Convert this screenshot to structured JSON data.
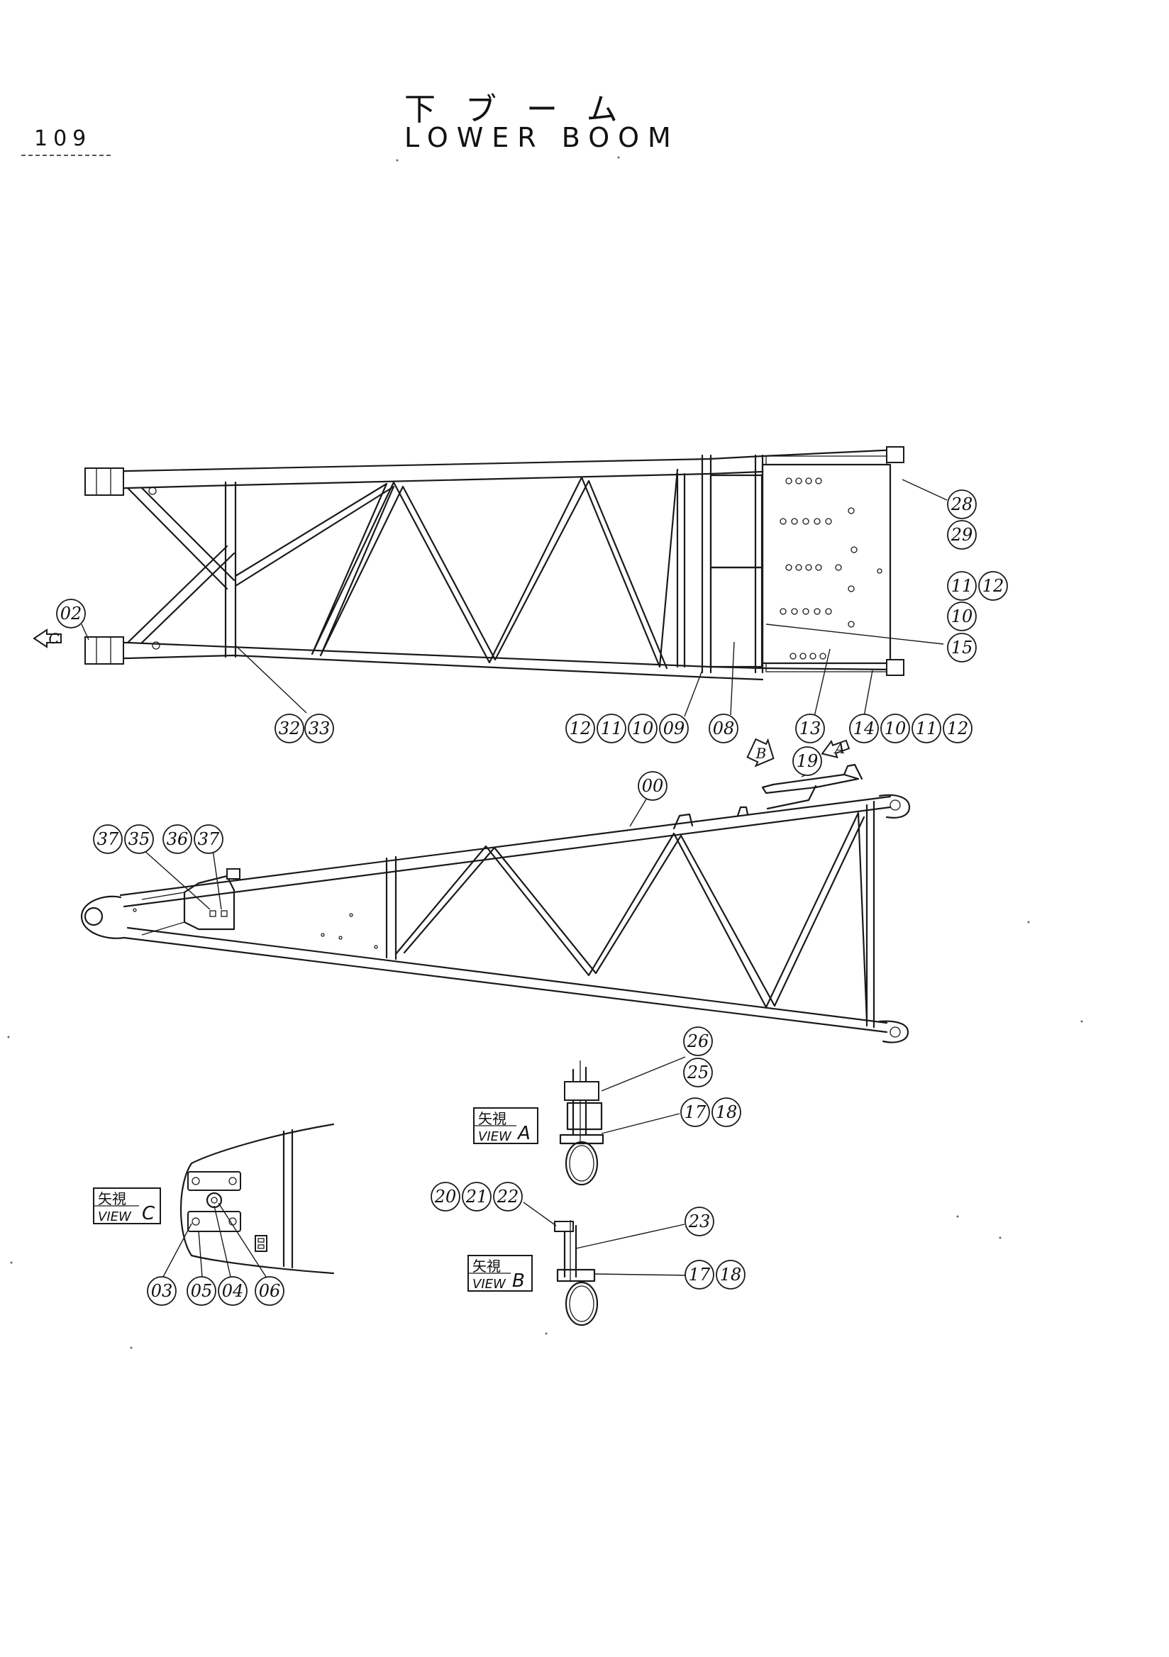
{
  "header": {
    "page_number": "109",
    "title_jp": "下ブーム",
    "title_en": "LOWER BOOM"
  },
  "callouts": [
    {
      "id": "c-28",
      "label": "28"
    },
    {
      "id": "c-29",
      "label": "29"
    },
    {
      "id": "c-11a",
      "label": "11"
    },
    {
      "id": "c-12a",
      "label": "12"
    },
    {
      "id": "c-10a",
      "label": "10"
    },
    {
      "id": "c-15",
      "label": "15"
    },
    {
      "id": "c-02",
      "label": "02"
    },
    {
      "id": "c-32",
      "label": "32"
    },
    {
      "id": "c-33",
      "label": "33"
    },
    {
      "id": "c-12b",
      "label": "12"
    },
    {
      "id": "c-11b",
      "label": "11"
    },
    {
      "id": "c-10b",
      "label": "10"
    },
    {
      "id": "c-09",
      "label": "09"
    },
    {
      "id": "c-08",
      "label": "08"
    },
    {
      "id": "c-13",
      "label": "13"
    },
    {
      "id": "c-14",
      "label": "14"
    },
    {
      "id": "c-10c",
      "label": "10"
    },
    {
      "id": "c-11c",
      "label": "11"
    },
    {
      "id": "c-12c",
      "label": "12"
    },
    {
      "id": "c-19",
      "label": "19"
    },
    {
      "id": "c-00",
      "label": "00"
    },
    {
      "id": "c-37a",
      "label": "37"
    },
    {
      "id": "c-35",
      "label": "35"
    },
    {
      "id": "c-36",
      "label": "36"
    },
    {
      "id": "c-37b",
      "label": "37"
    },
    {
      "id": "c-26",
      "label": "26"
    },
    {
      "id": "c-25",
      "label": "25"
    },
    {
      "id": "c-17a",
      "label": "17"
    },
    {
      "id": "c-18a",
      "label": "18"
    },
    {
      "id": "c-20",
      "label": "20"
    },
    {
      "id": "c-21",
      "label": "21"
    },
    {
      "id": "c-22",
      "label": "22"
    },
    {
      "id": "c-23",
      "label": "23"
    },
    {
      "id": "c-17b",
      "label": "17"
    },
    {
      "id": "c-18b",
      "label": "18"
    },
    {
      "id": "c-03",
      "label": "03"
    },
    {
      "id": "c-05",
      "label": "05"
    },
    {
      "id": "c-04",
      "label": "04"
    },
    {
      "id": "c-06",
      "label": "06"
    }
  ],
  "view_arrows": [
    {
      "id": "arrow-c",
      "label": "C"
    },
    {
      "id": "arrow-b",
      "label": "B"
    },
    {
      "id": "arrow-a",
      "label": "A"
    }
  ],
  "view_labels": [
    {
      "id": "view-a",
      "jp": "矢視",
      "en": "VIEW",
      "letter": "A"
    },
    {
      "id": "view-b",
      "jp": "矢視",
      "en": "VIEW",
      "letter": "B"
    },
    {
      "id": "view-c",
      "jp": "矢視",
      "en": "VIEW",
      "letter": "C"
    }
  ]
}
